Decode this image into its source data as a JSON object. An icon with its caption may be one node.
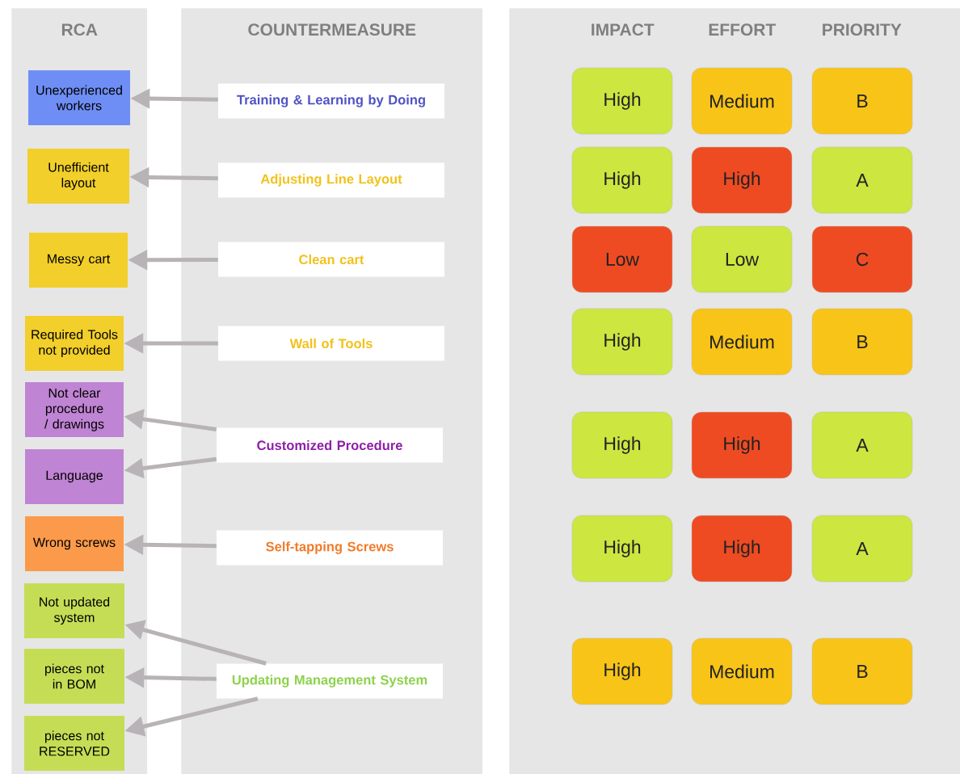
{
  "diagram": {
    "nodes": [
      {
        "text": [
          "RCA"
        ]
      },
      {
        "text": [
          "COUNTERMEASURE"
        ]
      },
      {
        "text": [
          "IMPACT",
          "EFFORT",
          "PRIORITY"
        ]
      },
      {
        "text": [
          "Unexperienced workers"
        ],
        "in": 0
      },
      {
        "text": [
          "Unefficient layout"
        ],
        "in": 0
      },
      {
        "text": [
          "Messy cart"
        ],
        "in": 0
      },
      {
        "text": [
          "Required Tools not provided"
        ],
        "in": 0
      },
      {
        "text": [
          "Not clear procedure / drawings"
        ],
        "in": 0
      },
      {
        "text": [
          "Language"
        ],
        "in": 0
      },
      {
        "text": [
          "Wrong screws"
        ],
        "in": 0
      },
      {
        "text": [
          "Not updated system"
        ],
        "in": 0
      },
      {
        "text": [
          "pieces not in BOM"
        ],
        "in": 0
      },
      {
        "text": [
          "pieces not RESERVED"
        ],
        "in": 0
      },
      {
        "text": [
          "Training & Learning by Doing"
        ],
        "in": 1
      },
      {
        "text": [
          "Adjusting Line Layout"
        ],
        "in": 1
      },
      {
        "text": [
          "Clean cart"
        ],
        "in": 1
      },
      {
        "text": [
          "Wall of Tools"
        ],
        "in": 1
      },
      {
        "text": [
          "Customized Procedure"
        ],
        "in": 1
      },
      {
        "text": [
          "Self-tapping Screws"
        ],
        "in": 1
      },
      {
        "text": [
          "Updating Management System"
        ],
        "in": 1
      },
      {
        "text": [
          "High"
        ],
        "in": 2
      },
      {
        "text": [
          "Medium"
        ],
        "in": 2
      },
      {
        "text": [
          "B"
        ],
        "in": 2
      },
      {
        "text": [
          "High"
        ],
        "in": 2
      },
      {
        "text": [
          "High"
        ],
        "in": 2
      },
      {
        "text": [
          "A"
        ],
        "in": 2
      },
      {
        "text": [
          "Low"
        ],
        "in": 2
      },
      {
        "text": [
          "Low"
        ],
        "in": 2
      },
      {
        "text": [
          "C"
        ],
        "in": 2
      },
      {
        "text": [
          "High"
        ],
        "in": 2
      },
      {
        "text": [
          "Medium"
        ],
        "in": 2
      },
      {
        "text": [
          "B"
        ],
        "in": 2
      },
      {
        "text": [
          "High"
        ],
        "in": 2
      },
      {
        "text": [
          "High"
        ],
        "in": 2
      },
      {
        "text": [
          "A"
        ],
        "in": 2
      },
      {
        "text": [
          "High"
        ],
        "in": 2
      },
      {
        "text": [
          "High"
        ],
        "in": 2
      },
      {
        "text": [
          "A"
        ],
        "in": 2
      },
      {
        "text": [
          "High"
        ],
        "in": 2
      },
      {
        "text": [
          "Medium"
        ],
        "in": 2
      },
      {
        "text": [
          "B"
        ],
        "in": 2
      }
    ],
    "edges": [
      {
        "from": 13,
        "to": 3,
        "arrow": "to"
      },
      {
        "from": 14,
        "to": 4,
        "arrow": "to"
      },
      {
        "from": 15,
        "to": 5,
        "arrow": "to"
      },
      {
        "from": 16,
        "to": 6,
        "arrow": "to"
      },
      {
        "from": 17,
        "to": 7,
        "arrow": "to"
      },
      {
        "from": 17,
        "to": 8,
        "arrow": "to"
      },
      {
        "from": 18,
        "to": 9,
        "arrow": "to"
      },
      {
        "from": 19,
        "to": 10,
        "arrow": "to"
      },
      {
        "from": 19,
        "to": 11,
        "arrow": "to"
      },
      {
        "from": 19,
        "to": 12,
        "arrow": "to"
      }
    ]
  }
}
